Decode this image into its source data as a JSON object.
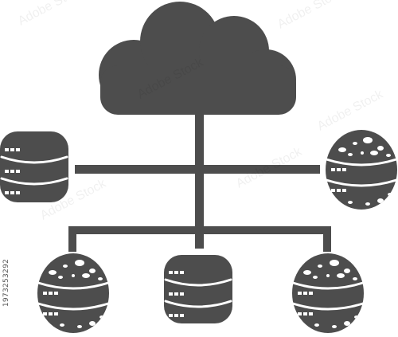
{
  "illustration": {
    "subject": "cloud-server-network-icon",
    "icon_color": "#4d4d4d",
    "background_color": "#ffffff",
    "icons": [
      "cloud-icon",
      "database-icon",
      "globe-database-icon",
      "connection-lines"
    ]
  },
  "watermark": {
    "stock_id": "1973253292",
    "repeated_text": "Adobe Stock"
  }
}
